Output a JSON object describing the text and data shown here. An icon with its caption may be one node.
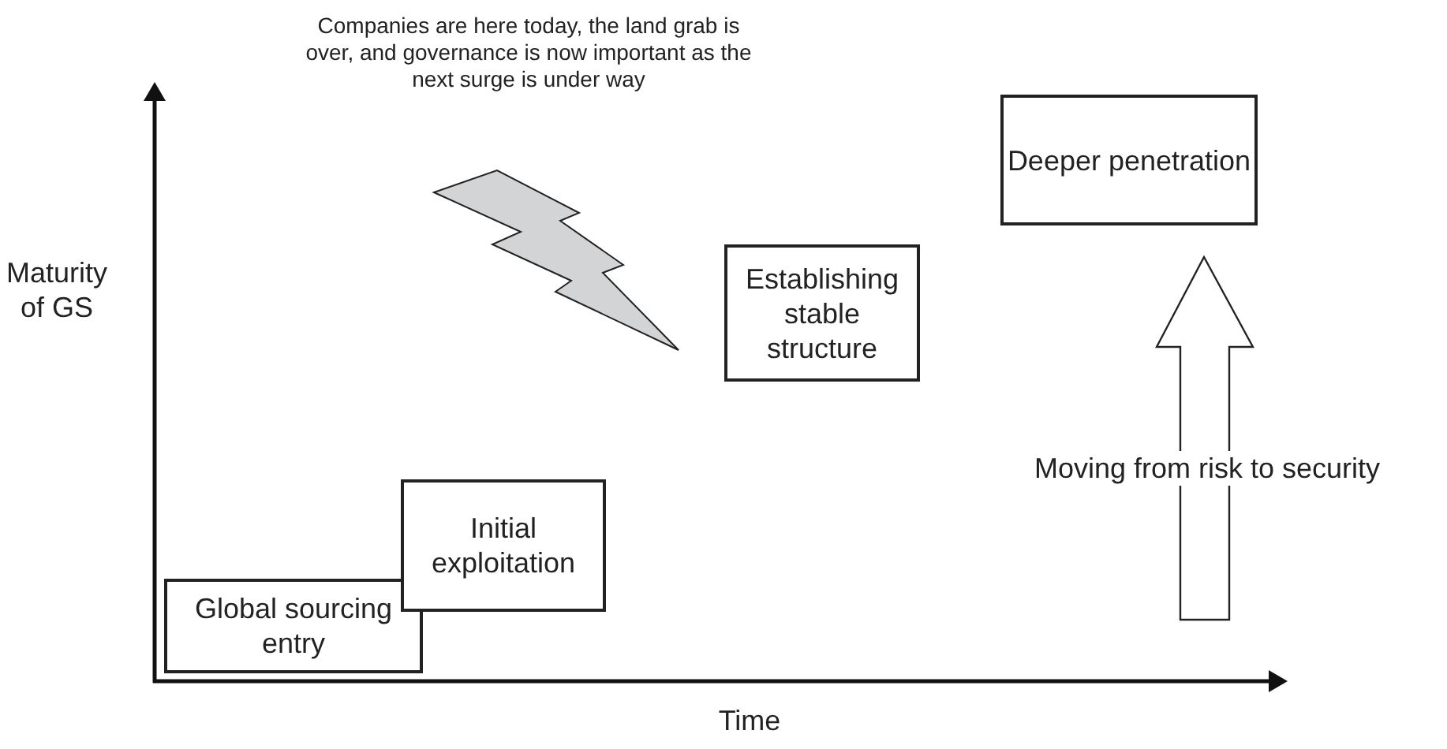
{
  "diagram": {
    "nodes": [
      {
        "text": [
          "Global sourcing entry"
        ]
      },
      {
        "text": [
          "Initial exploitation"
        ]
      },
      {
        "text": [
          "Establishing stable structure"
        ]
      },
      {
        "text": [
          "Deeper penetration"
        ]
      }
    ],
    "labels": [
      "Companies are here today, the land grab is over, and governance is now important as the next surge is under way",
      "Maturity of GS",
      "Time",
      "Moving from risk to security"
    ]
  }
}
